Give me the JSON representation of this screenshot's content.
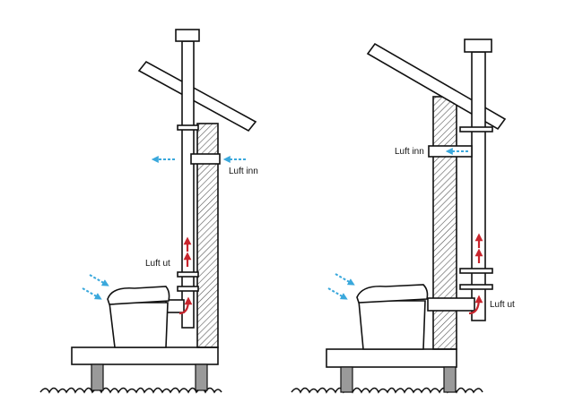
{
  "left_panel": {
    "label_luft_inn": "Luft inn",
    "label_luft_ut": "Luft ut"
  },
  "right_panel": {
    "label_luft_inn": "Luft inn",
    "label_luft_ut": "Luft ut"
  },
  "colors": {
    "intake_arrow": "#3aa8dc",
    "exhaust_arrow": "#c8252d",
    "line": "#111111",
    "wall_hatch": "#555555"
  }
}
